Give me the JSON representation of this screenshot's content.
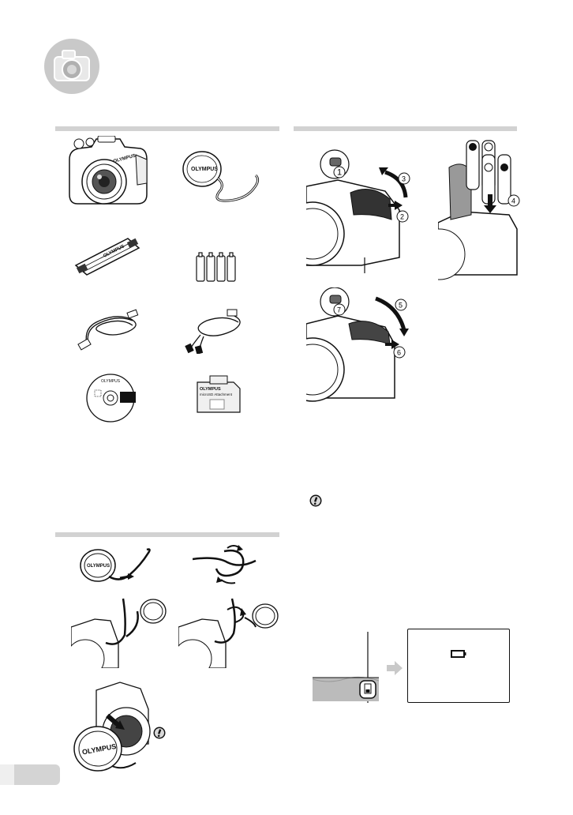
{
  "contents_panel": {
    "items": [
      {
        "icon": "camera-body"
      },
      {
        "icon": "lens-cap-with-string"
      },
      {
        "icon": "shoulder-strap",
        "brand": "OLYMPUS"
      },
      {
        "icon": "aa-batteries"
      },
      {
        "icon": "usb-cable"
      },
      {
        "icon": "av-cable"
      },
      {
        "icon": "cd-rom"
      },
      {
        "icon": "microsd-attachment",
        "label_lines": [
          "OLYMPUS",
          "microSD Attachment"
        ]
      }
    ]
  },
  "battery_panel": {
    "steps_open": [
      "1",
      "2",
      "3"
    ],
    "step_insert": "4",
    "steps_close": [
      "5",
      "6",
      "7"
    ],
    "indicator": {
      "arrow": "right-arrow",
      "icon": "battery-low-icon"
    }
  },
  "brand": "OLYMPUS",
  "colors": {
    "rule": "#d2d2d2",
    "tab": "#d4d4d4",
    "circle": "#c9c9c9"
  }
}
